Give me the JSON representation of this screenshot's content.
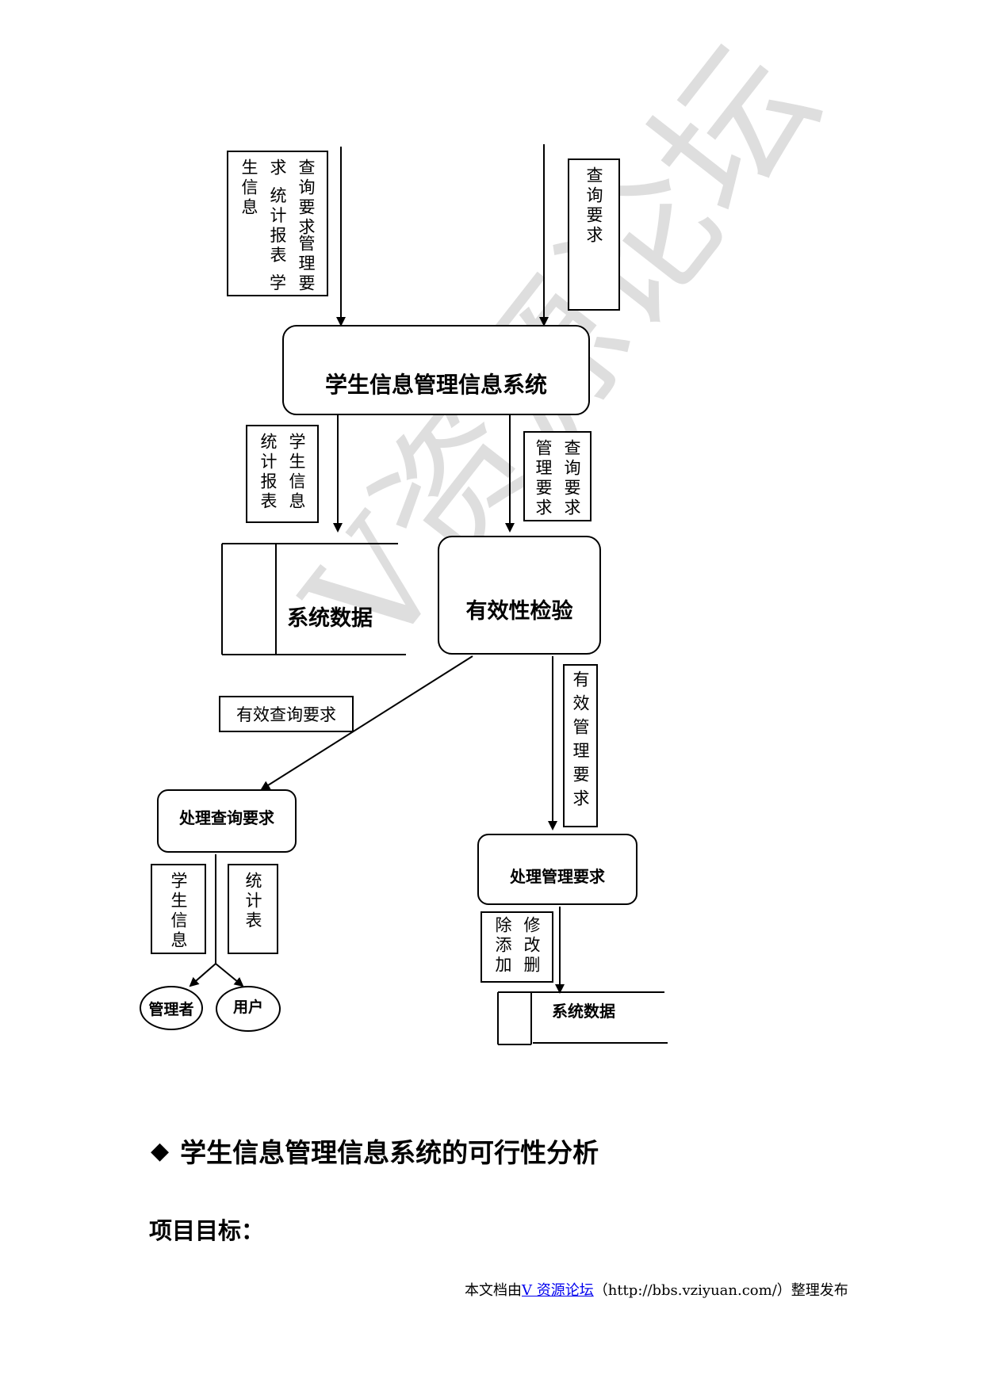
{
  "diagram": {
    "flow_labels": {
      "top_left": [
        "查询要求",
        "求  统计报表",
        "生信息"
      ],
      "top_left_extra": "管理要",
      "top_left_extra2": "学",
      "top_right": "查询要求",
      "out_left": [
        "学生信息",
        "统计报表"
      ],
      "out_right": [
        "查询要求",
        "管理要求"
      ],
      "valid_query": "有效查询要求",
      "valid_manage": "有效管理要求",
      "query_out_left": "学生信息",
      "query_out_right": "统计表",
      "manage_out": [
        "修改删",
        "除添加"
      ]
    },
    "processes": {
      "main": "学生信息管理信息系统",
      "validate": "有效性检验",
      "handle_query": "处理查询要求",
      "handle_manage": "处理管理要求"
    },
    "stores": {
      "store1": "系统数据",
      "store2": "系统数据"
    },
    "entities": {
      "admin": "管理者",
      "user": "用户"
    },
    "watermark": "V资源论坛"
  },
  "section": {
    "bullet": "◆",
    "title": "学生信息管理信息系统的可行性分析",
    "subtitle": "项目目标："
  },
  "footer": {
    "prefix": "本文档由",
    "link": "V 资源论坛",
    "suffix": "（http://bbs.vziyuan.com/）整理发布"
  }
}
